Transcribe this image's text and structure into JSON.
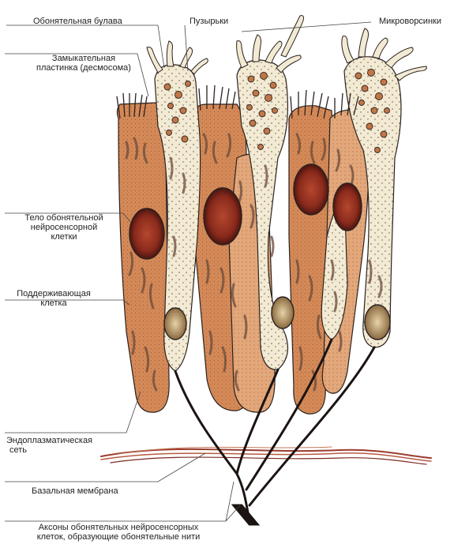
{
  "labels": {
    "club": "Обонятельная булава",
    "vesicles": "Пузырьки",
    "microvilli": "Микроворсинки",
    "desmosome_1": "Замыкательная",
    "desmosome_2": "пластинка (десмосома)",
    "body_1": "Тело обонятельной",
    "body_2": "нейросенсорной",
    "body_3": "клетки",
    "support_1": "Поддерживающая",
    "support_2": "клетка",
    "er_1": "Эндоплазматическая",
    "er_2": "сеть",
    "basal": "Базальная мембрана",
    "axons_1": "Аксоны обонятельных нейросенсорных",
    "axons_2": "клеток, образующие обонятельные нити"
  },
  "colors": {
    "line": "#2a2220",
    "support_cell": "#d9915e",
    "support_cell_dark": "#c27645",
    "sensory_cell": "#f3ead4",
    "nucleus": "#8a2a1c",
    "membrane": "#9c3b2e",
    "axon": "#1b1412"
  }
}
